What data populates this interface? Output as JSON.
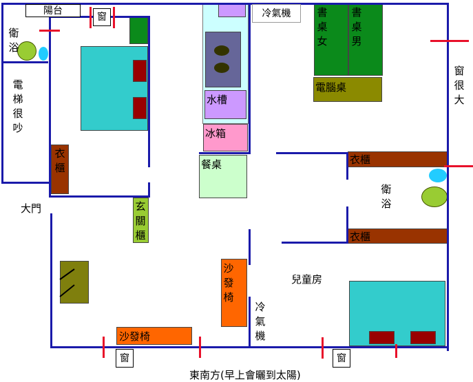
{
  "labels": {
    "balcony": "陽台",
    "window_top": "窗",
    "bath_left": "衛浴",
    "elevator": "電梯很吵",
    "wardrobe_left": "衣櫃",
    "main_door": "大門",
    "entry_cabinet": "玄關櫃",
    "sink": "水槽",
    "fridge": "冰箱",
    "dining_table": "餐桌",
    "ac_top": "冷氣機",
    "desk_girl": "書桌女",
    "desk_boy": "書桌男",
    "computer_desk": "電腦桌",
    "big_window": "窗很大",
    "wardrobe_upper_right": "衣櫃",
    "bath_right": "衛浴",
    "wardrobe_lower_right": "衣櫃",
    "kids_room": "兒童房",
    "sofa_vertical": "沙發椅",
    "sofa_horizontal": "沙發椅",
    "ac_bottom": "冷氣機",
    "window_bottom_left": "窗",
    "window_bottom_right": "窗",
    "orientation": "東南方(早上會曬到太陽)"
  },
  "colors": {
    "wall": "#1a1aaa",
    "window_mark": "#e8102a",
    "bed": "#33cccc",
    "pillow": "#990000",
    "green_dark": "#0b8a1b",
    "olive": "#8b8a00",
    "olive_dark": "#7f7f0d",
    "wardrobe": "#993300",
    "lime": "#99cc33",
    "aqua_round": "#22ccff",
    "lavender": "#cc99ff",
    "stove": "#666699",
    "kitchen_floor": "#ccffff",
    "pink": "#ff99cc",
    "mint": "#ccffcc",
    "sofa": "#ff6600",
    "burner": "#333300"
  }
}
